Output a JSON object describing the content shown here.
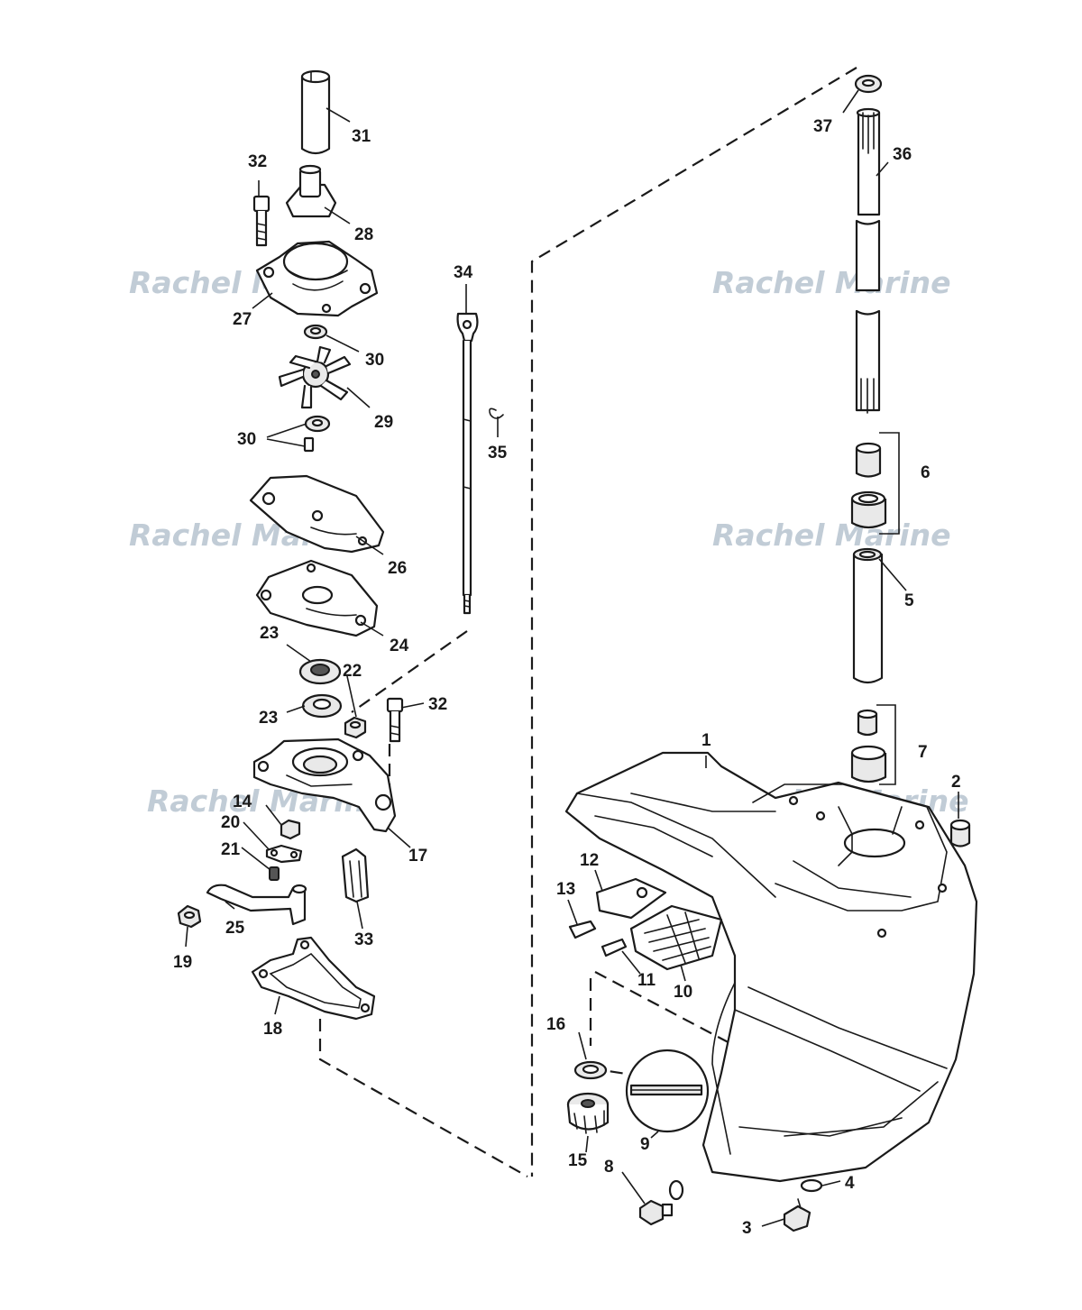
{
  "watermark": "Rachel Marine",
  "labels": [
    "31",
    "32",
    "28",
    "27",
    "30",
    "29",
    "30",
    "26",
    "24",
    "23",
    "22",
    "23",
    "32",
    "14",
    "20",
    "21",
    "17",
    "33",
    "25",
    "19",
    "18",
    "34",
    "35",
    "37",
    "36",
    "6",
    "5",
    "7",
    "1",
    "2",
    "12",
    "13",
    "11",
    "10",
    "16",
    "15",
    "9",
    "8",
    "4",
    "3"
  ]
}
